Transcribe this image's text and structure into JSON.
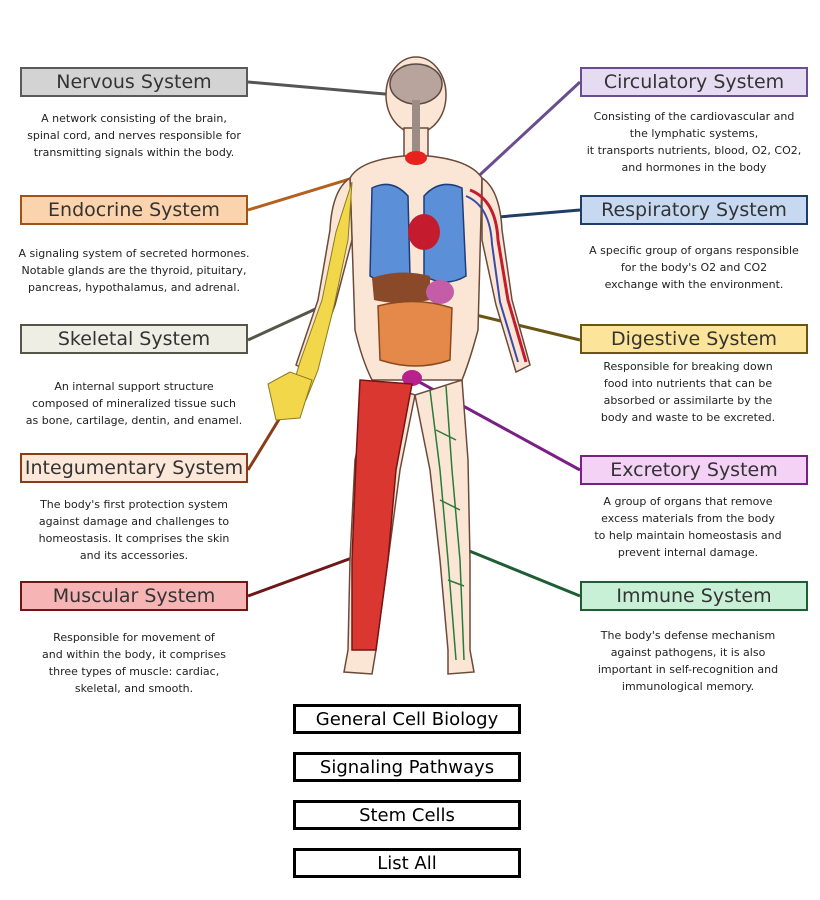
{
  "systems_left": [
    {
      "name": "Nervous System",
      "color": "#d3d3d3",
      "border": "#5a5a5a",
      "description": "A network consisting of the brain,\nspinal cord, and nerves responsible for\ntransmitting signals within the body."
    },
    {
      "name": "Endocrine System",
      "color": "#fbd3ac",
      "border": "#a0521b",
      "description": "A signaling system of secreted hormones.\nNotable glands are the thyroid, pituitary,\npancreas, hypothalamus, and adrenal."
    },
    {
      "name": "Skeletal System",
      "color": "#eeeee4",
      "border": "#55554a",
      "description": "An internal support structure\ncomposed of mineralized tissue such\nas bone, cartilage, dentin, and enamel."
    },
    {
      "name": "Integumentary System",
      "color": "#fce7d8",
      "border": "#8a3c18",
      "description": "The body's first protection system\nagainst damage and challenges to\nhomeostasis. It comprises the skin\nand its accessories."
    },
    {
      "name": "Muscular System",
      "color": "#f7b4b4",
      "border": "#6e1717",
      "description": "Responsible for movement of\nand within the body, it comprises\nthree types of muscle: cardiac,\nskeletal, and smooth."
    }
  ],
  "systems_right": [
    {
      "name": "Circulatory System",
      "color": "#e6dcf2",
      "border": "#6a4d8f",
      "description": "Consisting of the cardiovascular and\nthe lymphatic systems,\nit transports nutrients, blood, O2, CO2,\nand hormones in the body"
    },
    {
      "name": "Respiratory System",
      "color": "#c6d9f0",
      "border": "#1f3e66",
      "description": "A specific group of organs responsible\nfor the body's O2 and CO2\nexchange with the environment."
    },
    {
      "name": "Digestive System",
      "color": "#fce49a",
      "border": "#6a5513",
      "description": "Responsible for breaking down\nfood into nutrients that can be\nabsorbed or assimilarte by the\nbody and waste to be excreted."
    },
    {
      "name": "Excretory System",
      "color": "#f4d2f6",
      "border": "#7a1f86",
      "description": "A group of organs that remove\nexcess materials from the body\nto help maintain homeostasis and\nprevent internal damage."
    },
    {
      "name": "Immune System",
      "color": "#c8f0d6",
      "border": "#1f5e34",
      "description": "The body's defense mechanism\nagainst pathogens, it is also\nimportant in self-recognition and\nimmunological memory."
    }
  ],
  "nav_buttons": [
    "General Cell Biology",
    "Signaling Pathways",
    "Stem Cells",
    "List All"
  ]
}
